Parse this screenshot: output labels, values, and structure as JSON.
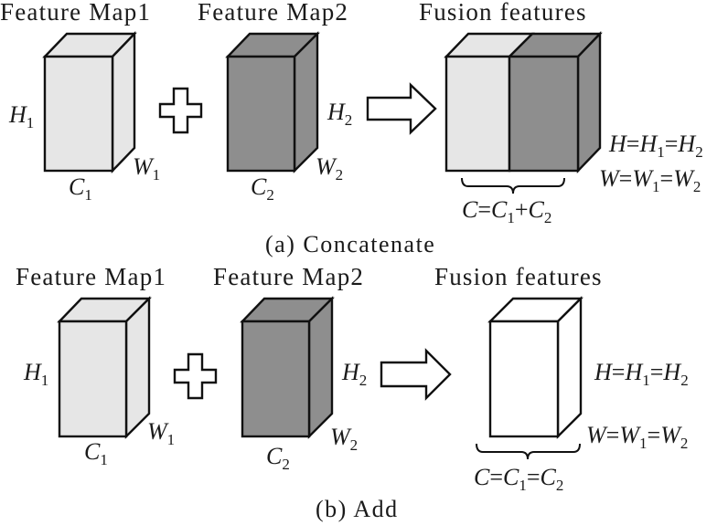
{
  "colors": {
    "light_fill": "#e6e6e6",
    "dark_fill": "#8e8e8e",
    "white_fill": "#ffffff",
    "stroke": "#111111"
  },
  "panel_a": {
    "caption": "(a) Concatenate",
    "map1_title": "Feature Map1",
    "map2_title": "Feature Map2",
    "fusion_title": "Fusion features",
    "map1_labels": {
      "H": "H",
      "H_sub": "1",
      "W": "W",
      "W_sub": "1",
      "C": "C",
      "C_sub": "1"
    },
    "map2_labels": {
      "H": "H",
      "H_sub": "2",
      "W": "W",
      "W_sub": "2",
      "C": "C",
      "C_sub": "2"
    },
    "fusion_H_eq": {
      "lhs": "H",
      "eq1": "=",
      "t1": "H",
      "t1_sub": "1",
      "eq2": "=",
      "t2": "H",
      "t2_sub": "2"
    },
    "fusion_W_eq": {
      "lhs": "W",
      "eq1": "=",
      "t1": "W",
      "t1_sub": "1",
      "eq2": "=",
      "t2": "W",
      "t2_sub": "2"
    },
    "fusion_C_eq": {
      "lhs": "C",
      "eq1": "=",
      "t1": "C",
      "t1_sub": "1",
      "eq2": "+",
      "t2": "C",
      "t2_sub": "2"
    },
    "operator_icon": "plus-icon",
    "arrow_icon": "right-arrow-icon"
  },
  "panel_b": {
    "caption": "(b) Add",
    "map1_title": "Feature Map1",
    "map2_title": "Feature Map2",
    "fusion_title": "Fusion features",
    "map1_labels": {
      "H": "H",
      "H_sub": "1",
      "W": "W",
      "W_sub": "1",
      "C": "C",
      "C_sub": "1"
    },
    "map2_labels": {
      "H": "H",
      "H_sub": "2",
      "W": "W",
      "W_sub": "2",
      "C": "C",
      "C_sub": "2"
    },
    "fusion_H_eq": {
      "lhs": "H",
      "eq1": "=",
      "t1": "H",
      "t1_sub": "1",
      "eq2": "=",
      "t2": "H",
      "t2_sub": "2"
    },
    "fusion_W_eq": {
      "lhs": "W",
      "eq1": "=",
      "t1": "W",
      "t1_sub": "1",
      "eq2": "=",
      "t2": "W",
      "t2_sub": "2"
    },
    "fusion_C_eq": {
      "lhs": "C",
      "eq1": "=",
      "t1": "C",
      "t1_sub": "1",
      "eq2": "=",
      "t2": "C",
      "t2_sub": "2"
    },
    "operator_icon": "plus-icon",
    "arrow_icon": "right-arrow-icon"
  }
}
